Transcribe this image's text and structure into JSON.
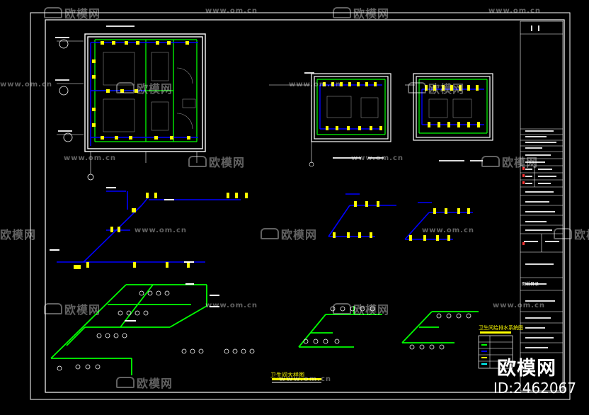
{
  "drawing": {
    "note_heading_1": "卫生间大样图",
    "note_heading_2": "卫生间给排水系统图",
    "title_block_label": "图纸目录"
  },
  "watermark": {
    "brand": "欧模网",
    "url": "www.om.cn"
  },
  "badge": {
    "brand": "欧模网",
    "id": "ID:2462067"
  },
  "colors": {
    "background": "#000000",
    "frame": "#ffffff",
    "wall": "#00ff00",
    "pipe_supply": "#0000ff",
    "fixture": "#ffff00",
    "dimension": "#00ffff",
    "text": "#ffffff"
  }
}
